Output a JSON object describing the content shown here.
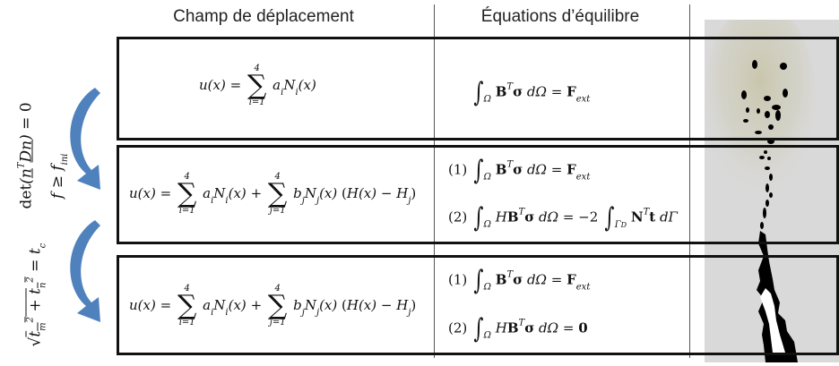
{
  "headers": {
    "col1": "Champ de déplacement",
    "col2": "Équations d’équilibre"
  },
  "side_labels": {
    "criterion_1a": "det(n^T D n) = 0",
    "criterion_1b": "f ≥ f_ini",
    "criterion_2": "√(t_m² + t_n²) = t_c"
  },
  "rows": [
    {
      "displacement": "u(x) = Σ_{i=1}^{4} a_i N_i(x)",
      "equations": [
        "∫_Ω B^T σ dΩ = F_ext"
      ]
    },
    {
      "displacement": "u(x) = Σ_{i=1}^{4} a_i N_i(x) + Σ_{j=1}^{4} b_j N_j(x) (H(x) − H_j)",
      "equations": [
        "(1) ∫_Ω B^T σ dΩ = F_ext",
        "(2) ∫_Ω H B^T σ dΩ = −2 ∫_{Γ_D} N^T t dΓ"
      ]
    },
    {
      "displacement": "u(x) = Σ_{i=1}^{4} a_i N_i(x) + Σ_{j=1}^{4} b_j N_j(x) (H(x) − H_j)",
      "equations": [
        "(1) ∫_Ω B^T σ dΩ = F_ext",
        "(2) ∫_Ω H B^T σ dΩ = 0"
      ]
    }
  ],
  "colors": {
    "border": "#111111",
    "arrow": "#4f81bd",
    "panel": "#d9d9d9",
    "fracture": "#000000"
  }
}
